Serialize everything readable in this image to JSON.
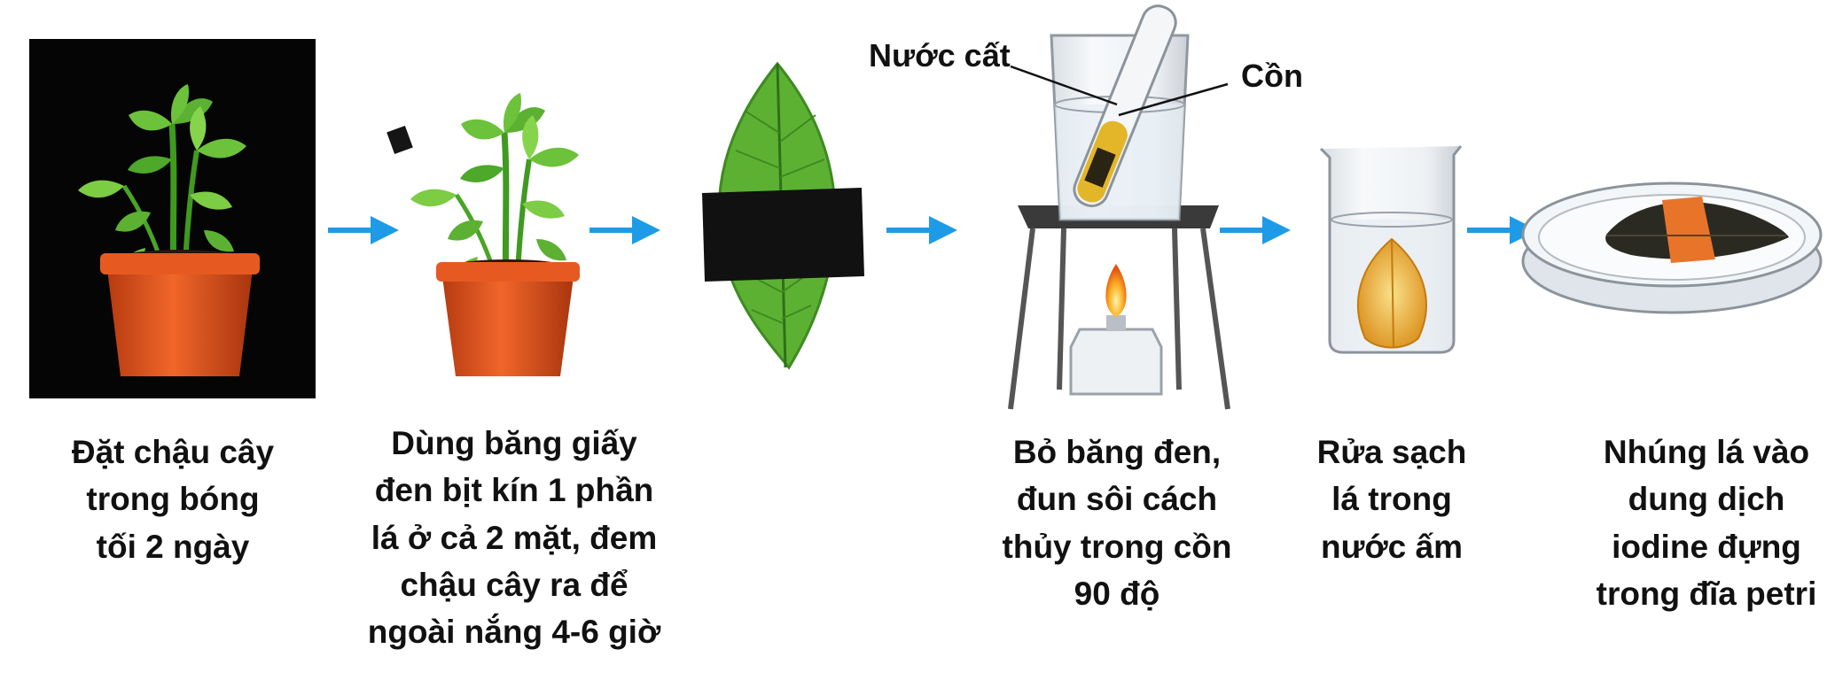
{
  "steps": [
    {
      "lines": [
        "Đặt chậu cây",
        "trong bóng",
        "tối 2 ngày"
      ]
    },
    {
      "lines": [
        "Dùng băng giấy",
        "đen bịt kín 1 phần",
        "lá ở cả 2 mặt, đem",
        "chậu cây ra để",
        "ngoài nắng 4-6 giờ"
      ]
    },
    {
      "lines": []
    },
    {
      "lines": [
        "Bỏ băng đen,",
        "đun sôi cách",
        "thủy trong cồn",
        "90 độ"
      ]
    },
    {
      "lines": [
        "Rửa sạch",
        "lá trong",
        "nước ấm"
      ]
    },
    {
      "lines": [
        "Nhúng lá vào",
        "dung dịch",
        "iodine đựng",
        "trong đĩa petri"
      ]
    }
  ],
  "labels": {
    "distilled_water": "Nước cất",
    "alcohol": "Cồn"
  },
  "colors": {
    "arrow": "#1e9be6",
    "pot": "#e0521c",
    "leaf": "#5cb133",
    "tape": "#111111",
    "alcohol": "#e3b62a",
    "flame": "#f5a623",
    "iodine_dark": "#2b2a22",
    "iodine_light": "#e8742a"
  },
  "icons": [
    "plant-pot-icon",
    "arrow-right-icon",
    "taped-leaf-icon",
    "beaker-icon",
    "test-tube-icon",
    "tripod-icon",
    "alcohol-lamp-icon",
    "petri-dish-icon"
  ]
}
